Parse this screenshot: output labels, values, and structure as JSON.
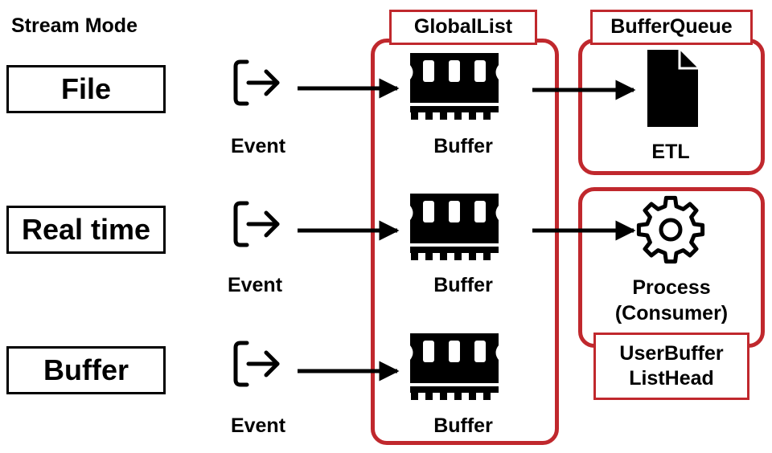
{
  "title": "Stream Mode",
  "modes": [
    {
      "label": "File"
    },
    {
      "label": "Real time"
    },
    {
      "label": "Buffer"
    }
  ],
  "event_label": "Event",
  "buffer_label": "Buffer",
  "global_list": {
    "label": "GlobalList"
  },
  "buffer_queue": {
    "label": "BufferQueue",
    "target_label": "ETL",
    "icon": "document-icon"
  },
  "consumer": {
    "line1": "Process",
    "line2": "(Consumer)",
    "icon": "gear-icon"
  },
  "user_buffer": {
    "line1": "UserBuffer",
    "line2": "ListHead"
  },
  "colors": {
    "accent": "#c0282d",
    "ink": "#000000"
  }
}
